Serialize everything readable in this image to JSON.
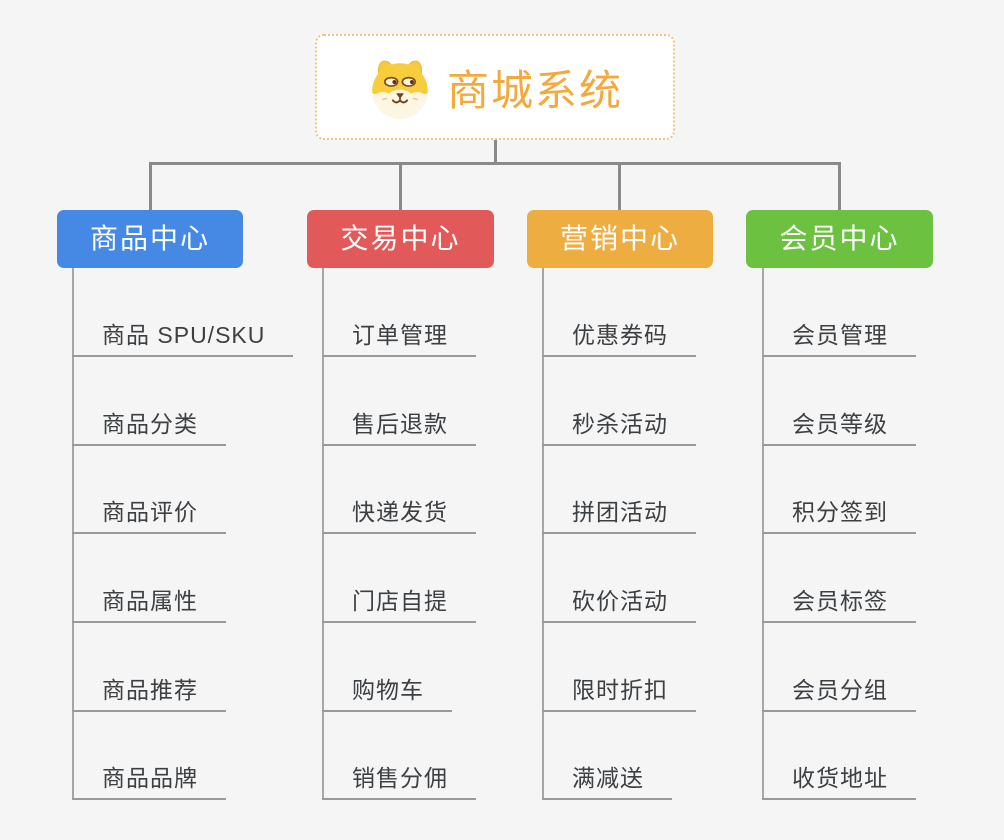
{
  "canvas": {
    "background": "#f5f5f6"
  },
  "root": {
    "label": "商城系统",
    "icon": "shiba-dog-icon",
    "text_color": "#f3a93c",
    "border_color": "#eec27f"
  },
  "connector": {
    "color": "#8a8a8a"
  },
  "branches": [
    {
      "label": "商品中心",
      "color": "#4589e4",
      "items": [
        "商品 SPU/SKU",
        "商品分类",
        "商品评价",
        "商品属性",
        "商品推荐",
        "商品品牌"
      ]
    },
    {
      "label": "交易中心",
      "color": "#e15959",
      "items": [
        "订单管理",
        "售后退款",
        "快递发货",
        "门店自提",
        "购物车",
        "销售分佣"
      ]
    },
    {
      "label": "营销中心",
      "color": "#edad41",
      "items": [
        "优惠券码",
        "秒杀活动",
        "拼团活动",
        "砍价活动",
        "限时折扣",
        "满减送"
      ]
    },
    {
      "label": "会员中心",
      "color": "#6cc141",
      "items": [
        "会员管理",
        "会员等级",
        "积分签到",
        "会员标签",
        "会员分组",
        "收货地址"
      ]
    }
  ]
}
